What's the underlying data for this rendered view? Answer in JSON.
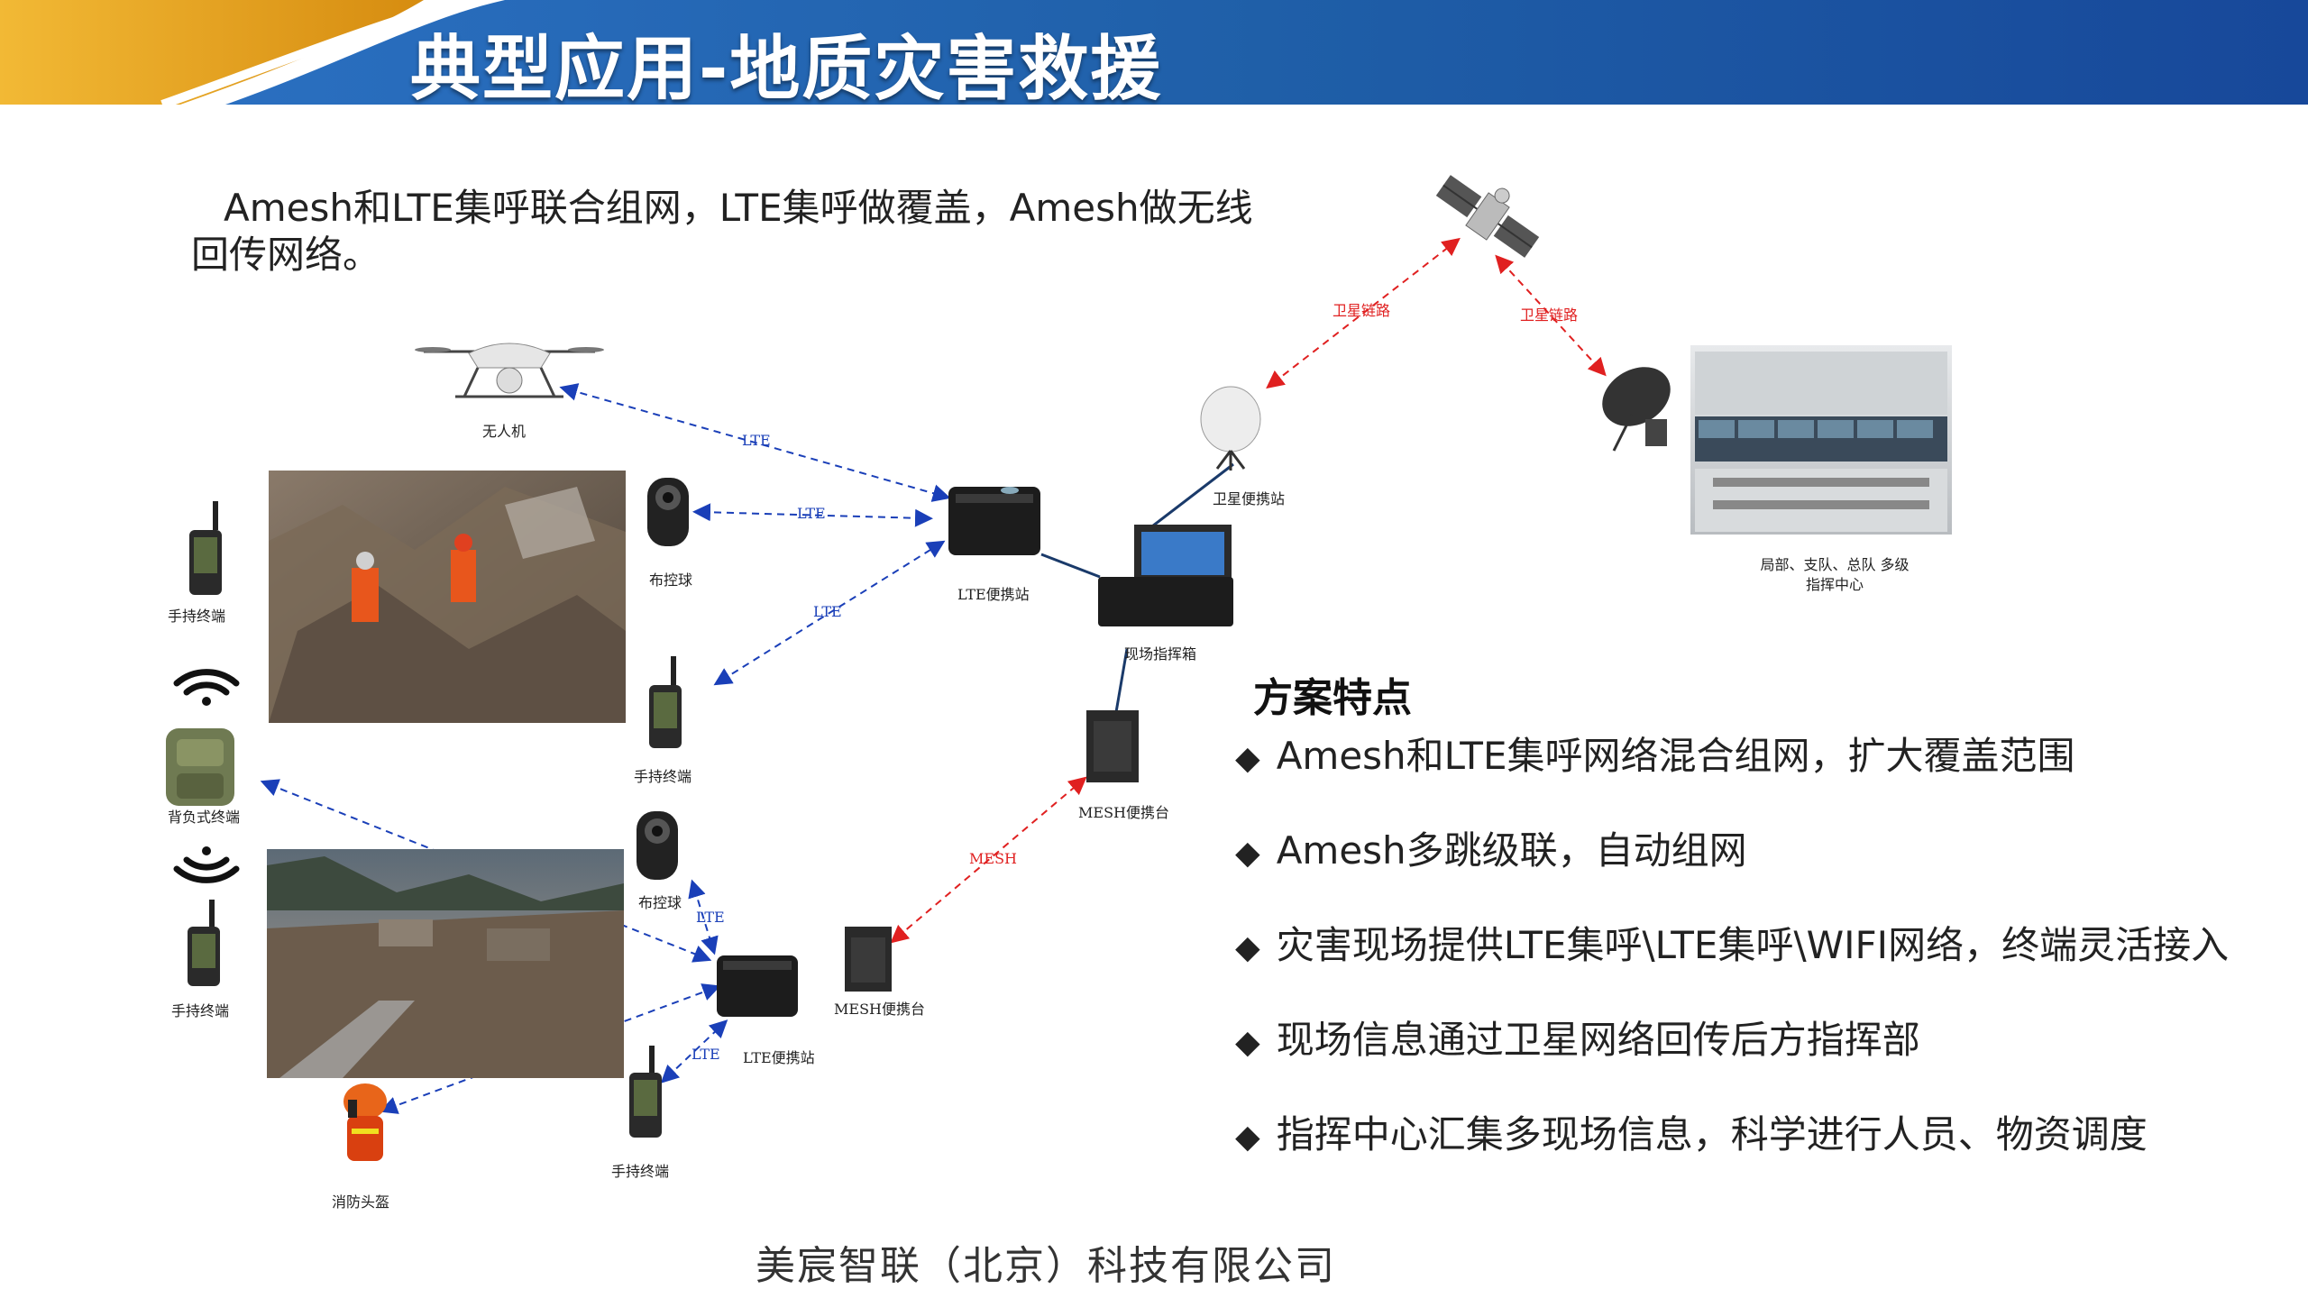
{
  "header": {
    "title": "典型应用-地质灾害救援"
  },
  "intro": "Amesh和LTE集呼联合组网，LTE集呼做覆盖，Amesh做无线回传网络。",
  "labels": {
    "drone": "无人机",
    "handheld_1": "手持终端",
    "backpack": "背负式终端",
    "handheld_2": "手持终端",
    "dome_cam_1": "布控球",
    "handheld_3": "手持终端",
    "lte_station_1": "LTE便携站",
    "field_box": "现场指挥箱",
    "sat_station": "卫星便携站",
    "command_center": "局部、支队、总队 多级指挥中心",
    "mesh_1": "MESH便携台",
    "dome_cam_2": "布控球",
    "mesh_2": "MESH便携台",
    "lte_station_2": "LTE便携站",
    "handheld_4": "手持终端",
    "helmet": "消防头盔"
  },
  "links": {
    "lte": "LTE",
    "mesh": "MESH",
    "sat_left": "卫星链路",
    "sat_right": "卫星链路"
  },
  "features": {
    "title": "方案特点",
    "bullet": "◆",
    "items": [
      "Amesh和LTE集呼网络混合组网，扩大覆盖范围",
      "Amesh多跳级联，自动组网",
      "灾害现场提供LTE集呼\\LTE集呼\\WIFI网络，终端灵活接入",
      "现场信息通过卫星网络回传后方指挥部",
      "指挥中心汇集多现场信息，科学进行人员、物资调度"
    ]
  },
  "footer": "美宸智联（北京）科技有限公司",
  "colors": {
    "header_blue": "#1f5fa8",
    "header_gold": "#e0a21c",
    "lte_link": "#1a3fb8",
    "red_link": "#e02020"
  }
}
